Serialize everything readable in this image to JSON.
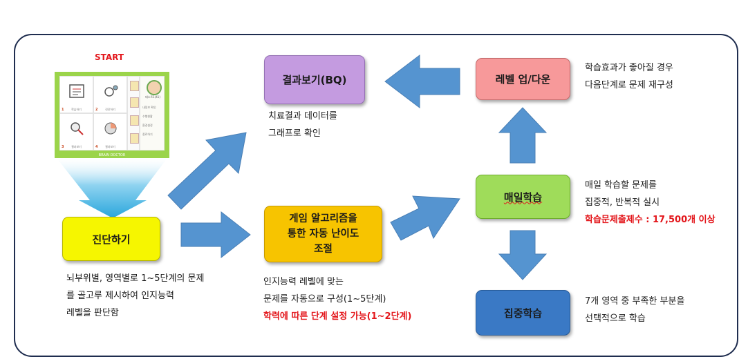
{
  "start_label": "START",
  "thumbnail": {
    "tiles": [
      {
        "num": "1",
        "caption": "학습하기",
        "icon": "clipboard-icon"
      },
      {
        "num": "2",
        "caption": "진단하기",
        "icon": "stethoscope-icon"
      },
      {
        "num": "3",
        "caption": "결과보기",
        "icon": "magnifier-icon"
      },
      {
        "num": "4",
        "caption": "결과보기",
        "icon": "chart-icon"
      }
    ],
    "profile_name": "테스트1(41)",
    "side_menu": [
      "내정보 확인",
      "수행현황",
      "환경설정",
      "종료하기"
    ],
    "footer": "BRAIN DOCTOR"
  },
  "boxes": {
    "diagnosis": "진단하기",
    "game": [
      "게임 알고리즘을",
      "통한 자동 난이도",
      "조절"
    ],
    "result": "결과보기(BQ)",
    "level": "레벨 업/다운",
    "daily": "매일학습",
    "focus": "집중학습"
  },
  "texts": {
    "diagnosis": [
      "뇌부위별, 영역별로 1~5단계의 문제",
      "를 골고루 제시하여 인지능력",
      "레벨을 판단함"
    ],
    "game": [
      "인지능력 레벨에 맞는",
      "문제를 자동으로 구성(1~5단계)"
    ],
    "game_red": "학력에 따른 단계 설정 가능(1~2단계)",
    "result": [
      "치료결과 데이터를",
      "그래프로 확인"
    ],
    "level": [
      "학습효과가 좋아질 경우",
      "다음단계로 문제 재구성"
    ],
    "daily": [
      "매일 학습할 문제를",
      "집중적, 반복적 실시"
    ],
    "daily_red": "학습문제출제수 : 17,500개 이상",
    "focus": [
      "7개 영역 중 부족한 부분을",
      "선택적으로 학습"
    ]
  },
  "colors": {
    "diagnosis": "#f6f600",
    "game": "#f7c400",
    "result": "#c49be0",
    "level": "#f7999a",
    "daily": "#9fdc5a",
    "focus": "#3a79c5",
    "arrow": "#5594d0",
    "funnel": "#29a6dc"
  }
}
